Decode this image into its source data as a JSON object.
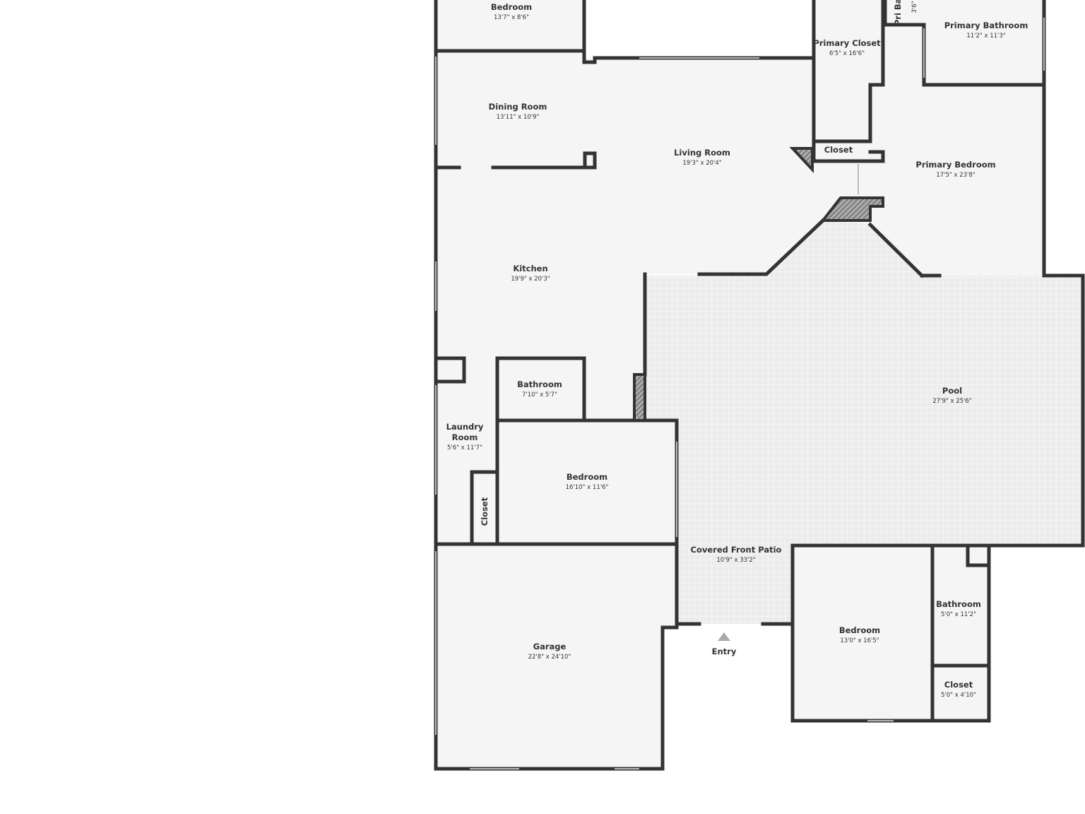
{
  "plan": {
    "colors": {
      "wall": "#333333",
      "floor": "#f5f5f5",
      "pool": "#e8e8e8"
    },
    "rooms": [
      {
        "name": "Bedroom",
        "dims": "13'7\" x 8'6\""
      },
      {
        "name": "Dining Room",
        "dims": "13'11\" x 10'9\""
      },
      {
        "name": "Living Room",
        "dims": "19'3\" x 20'4\""
      },
      {
        "name": "Primary Closet",
        "dims": "6'5\" x 16'6\""
      },
      {
        "name": "Primary Bathroom",
        "dims": "11'2\" x 11'3\""
      },
      {
        "name": "Primary Bedroom",
        "dims": "17'5\" x 23'8\""
      },
      {
        "name": "Closet",
        "dims": ""
      },
      {
        "name": "Kitchen",
        "dims": "19'9\" x 20'3\""
      },
      {
        "name": "Bathroom",
        "dims": "7'10\" x 5'7\""
      },
      {
        "name": "Laundry Room",
        "dims": "5'6\" x 11'7\""
      },
      {
        "name": "Bedroom",
        "dims": "16'10\" x 11'6\""
      },
      {
        "name": "Closet",
        "dims": ""
      },
      {
        "name": "Pool",
        "dims": "27'9\" x 25'6\""
      },
      {
        "name": "Covered Front Patio",
        "dims": "10'9\" x 33'2\""
      },
      {
        "name": "Garage",
        "dims": "22'8\" x 24'10\""
      },
      {
        "name": "Bedroom",
        "dims": "13'0\" x 16'5\""
      },
      {
        "name": "Bathroom",
        "dims": "5'0\" x 11'2\""
      },
      {
        "name": "Closet",
        "dims": "5'0\" x 4'10\""
      },
      {
        "name": "Pri Bath",
        "dims": "3'6\""
      }
    ],
    "entry_label": "Entry"
  }
}
